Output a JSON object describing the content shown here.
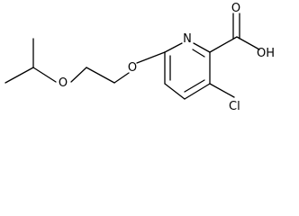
{
  "atoms": {
    "o_ether_iso": "O",
    "o_ether_ring": "O",
    "n_ring": "N",
    "o_carbonyl": "O",
    "oh_group": "OH",
    "cl": "Cl"
  },
  "colors": {
    "ink": "#000000",
    "background": "#ffffff"
  }
}
